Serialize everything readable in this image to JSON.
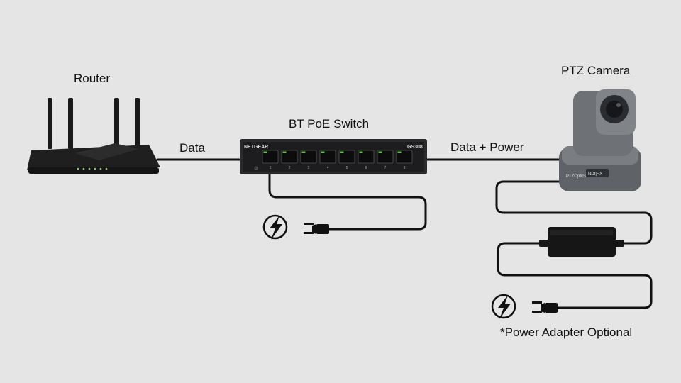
{
  "labels": {
    "router": "Router",
    "camera": "PTZ Camera",
    "switch": "BT PoE Switch",
    "data": "Data",
    "data_power": "Data + Power",
    "note": "*Power Adapter Optional"
  },
  "switch_device": {
    "brand": "NETGEAR",
    "model": "GS308",
    "ports": [
      "1",
      "2",
      "3",
      "4",
      "5",
      "6",
      "7",
      "8"
    ]
  },
  "camera_device": {
    "brand": "PTZOptics",
    "model": "NDI|HX"
  },
  "icons": {
    "power": "lightning-bolt-icon",
    "plug": "power-plug-icon"
  },
  "colors": {
    "background": "#e5e5e5",
    "cable": "#111111",
    "port_led": "#5fbf3f",
    "camera_body": "#6b6e72"
  }
}
